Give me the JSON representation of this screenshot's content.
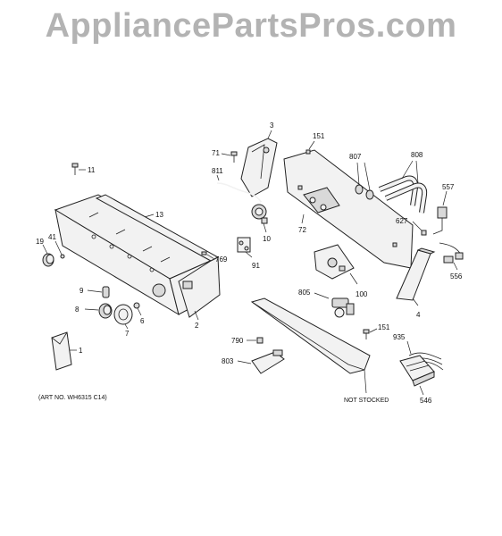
{
  "watermark": "AppliancePartsPros.com",
  "art_number": "(ART NO. WH6315 C14)",
  "not_stocked": "NOT STOCKED",
  "callouts": {
    "c1": "1",
    "c2": "2",
    "c3": "3",
    "c4": "4",
    "c6": "6",
    "c7": "7",
    "c8": "8",
    "c9": "9",
    "c10": "10",
    "c11": "11",
    "c13": "13",
    "c19": "19",
    "c41": "41",
    "c71": "71",
    "c72": "72",
    "c91": "91",
    "c100": "100",
    "c151a": "151",
    "c151b": "151",
    "c546": "546",
    "c556": "556",
    "c557": "557",
    "c627": "627",
    "c769": "769",
    "c790": "790",
    "c803": "803",
    "c805": "805",
    "c807": "807",
    "c808": "808",
    "c811": "811",
    "c935": "935"
  }
}
